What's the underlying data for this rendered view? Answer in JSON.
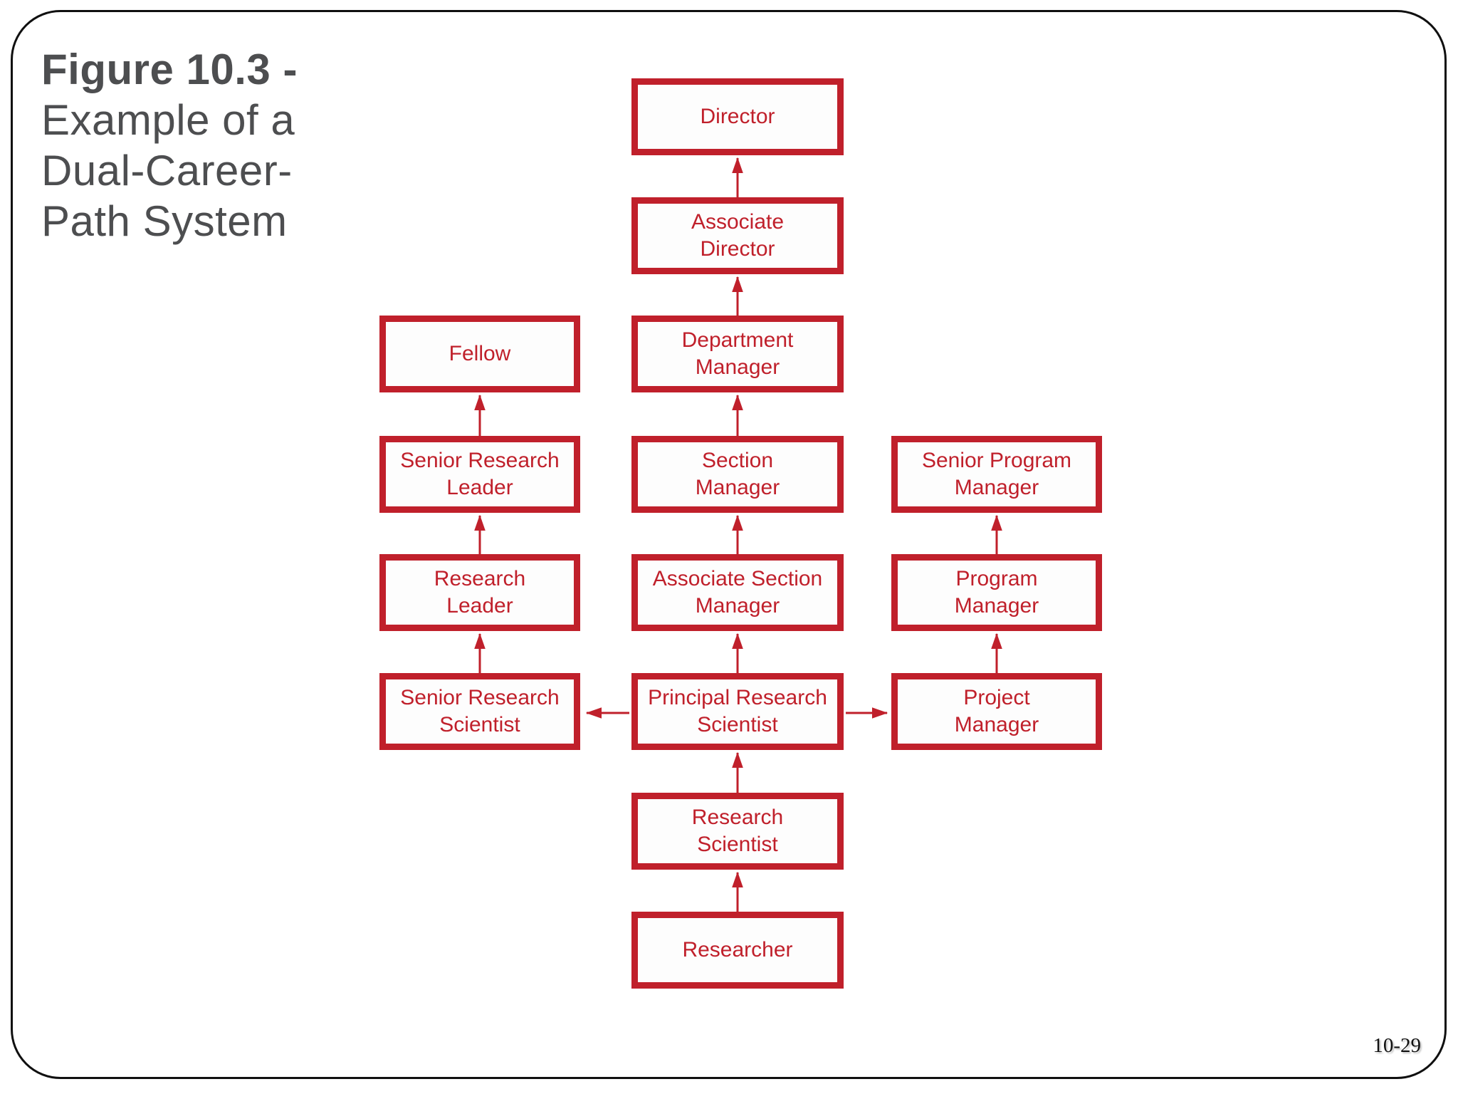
{
  "title": {
    "line1": "Figure 10.3 -",
    "line2": "Example of a",
    "line3": "Dual-Career-",
    "line4": "Path System"
  },
  "footer": {
    "page_number": "10-29"
  },
  "colors": {
    "accent_red": "#C0202B",
    "title_gray": "#4D4E50",
    "frame_black": "#101010"
  },
  "diagram": {
    "boxes": [
      {
        "id": "director",
        "label": "Director"
      },
      {
        "id": "associate-director",
        "label": "Associate\nDirector"
      },
      {
        "id": "department-manager",
        "label": "Department\nManager"
      },
      {
        "id": "fellow",
        "label": "Fellow"
      },
      {
        "id": "section-manager",
        "label": "Section\nManager"
      },
      {
        "id": "senior-research-leader",
        "label": "Senior Research\nLeader"
      },
      {
        "id": "senior-program-manager",
        "label": "Senior Program\nManager"
      },
      {
        "id": "associate-section-manager",
        "label": "Associate Section\nManager"
      },
      {
        "id": "research-leader",
        "label": "Research\nLeader"
      },
      {
        "id": "program-manager",
        "label": "Program\nManager"
      },
      {
        "id": "principal-research-scientist",
        "label": "Principal Research\nScientist"
      },
      {
        "id": "senior-research-scientist",
        "label": "Senior Research\nScientist"
      },
      {
        "id": "project-manager",
        "label": "Project\nManager"
      },
      {
        "id": "research-scientist",
        "label": "Research\nScientist"
      },
      {
        "id": "researcher",
        "label": "Researcher"
      }
    ],
    "connections": [
      {
        "from": "Researcher",
        "to": "Research Scientist"
      },
      {
        "from": "Research Scientist",
        "to": "Principal Research Scientist"
      },
      {
        "from": "Principal Research Scientist",
        "to": "Associate Section Manager"
      },
      {
        "from": "Associate Section Manager",
        "to": "Section Manager"
      },
      {
        "from": "Section Manager",
        "to": "Department Manager"
      },
      {
        "from": "Department Manager",
        "to": "Associate Director"
      },
      {
        "from": "Associate Director",
        "to": "Director"
      },
      {
        "from": "Principal Research Scientist",
        "to": "Senior Research Scientist"
      },
      {
        "from": "Senior Research Scientist",
        "to": "Research Leader"
      },
      {
        "from": "Research Leader",
        "to": "Senior Research Leader"
      },
      {
        "from": "Senior Research Leader",
        "to": "Fellow"
      },
      {
        "from": "Principal Research Scientist",
        "to": "Project Manager"
      },
      {
        "from": "Project Manager",
        "to": "Program Manager"
      },
      {
        "from": "Program Manager",
        "to": "Senior Program Manager"
      }
    ]
  }
}
